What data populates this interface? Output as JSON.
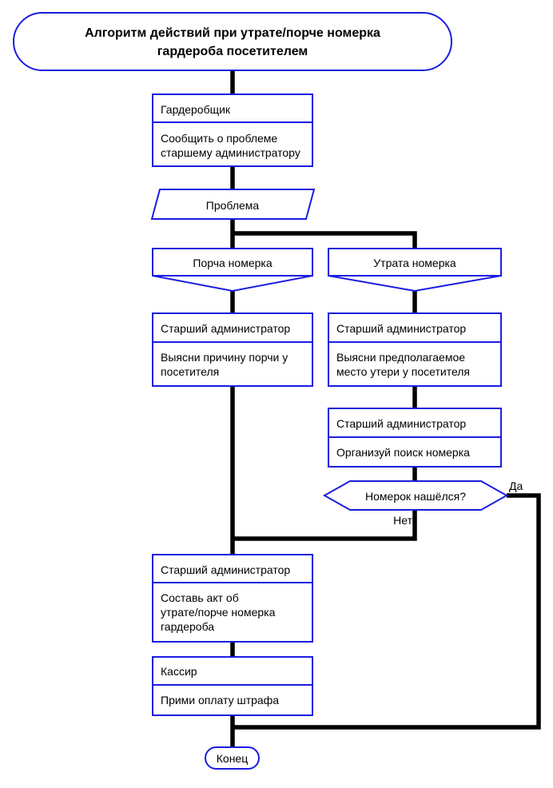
{
  "diagram": {
    "title": "Алгоритм действий при утрате/порче номерка\nгардероба посетителем",
    "nodes": {
      "report": {
        "role": "Гардеробщик",
        "action": "Сообщить о проблеме\nстаршему администратору"
      },
      "problem": {
        "label": "Проблема"
      },
      "case_damage": {
        "label": "Порча номерка"
      },
      "case_loss": {
        "label": "Утрата номерка"
      },
      "find_cause": {
        "role": "Старший администратор",
        "action": "Выясни причину порчи у\nпосетителя"
      },
      "find_place": {
        "role": "Старший администратор",
        "action": "Выясни предполагаемое\nместо утери у посетителя"
      },
      "organize_search": {
        "role": "Старший администратор",
        "action": "Организуй поиск номерка"
      },
      "decision_found": {
        "label": "Номерок нашёлся?"
      },
      "make_act": {
        "role": "Старший администратор",
        "action": "Составь акт об\nутрате/порче номерка\nгардероба"
      },
      "take_payment": {
        "role": "Кассир",
        "action": "Прими оплату штрафа"
      },
      "end": {
        "label": "Конец"
      }
    },
    "edges": {
      "yes_label": "Да",
      "no_label": "Нет"
    },
    "colors": {
      "shape_border": "#1c1ce0",
      "connector": "#000000",
      "fill": "#ffffff",
      "text": "#000000"
    }
  }
}
